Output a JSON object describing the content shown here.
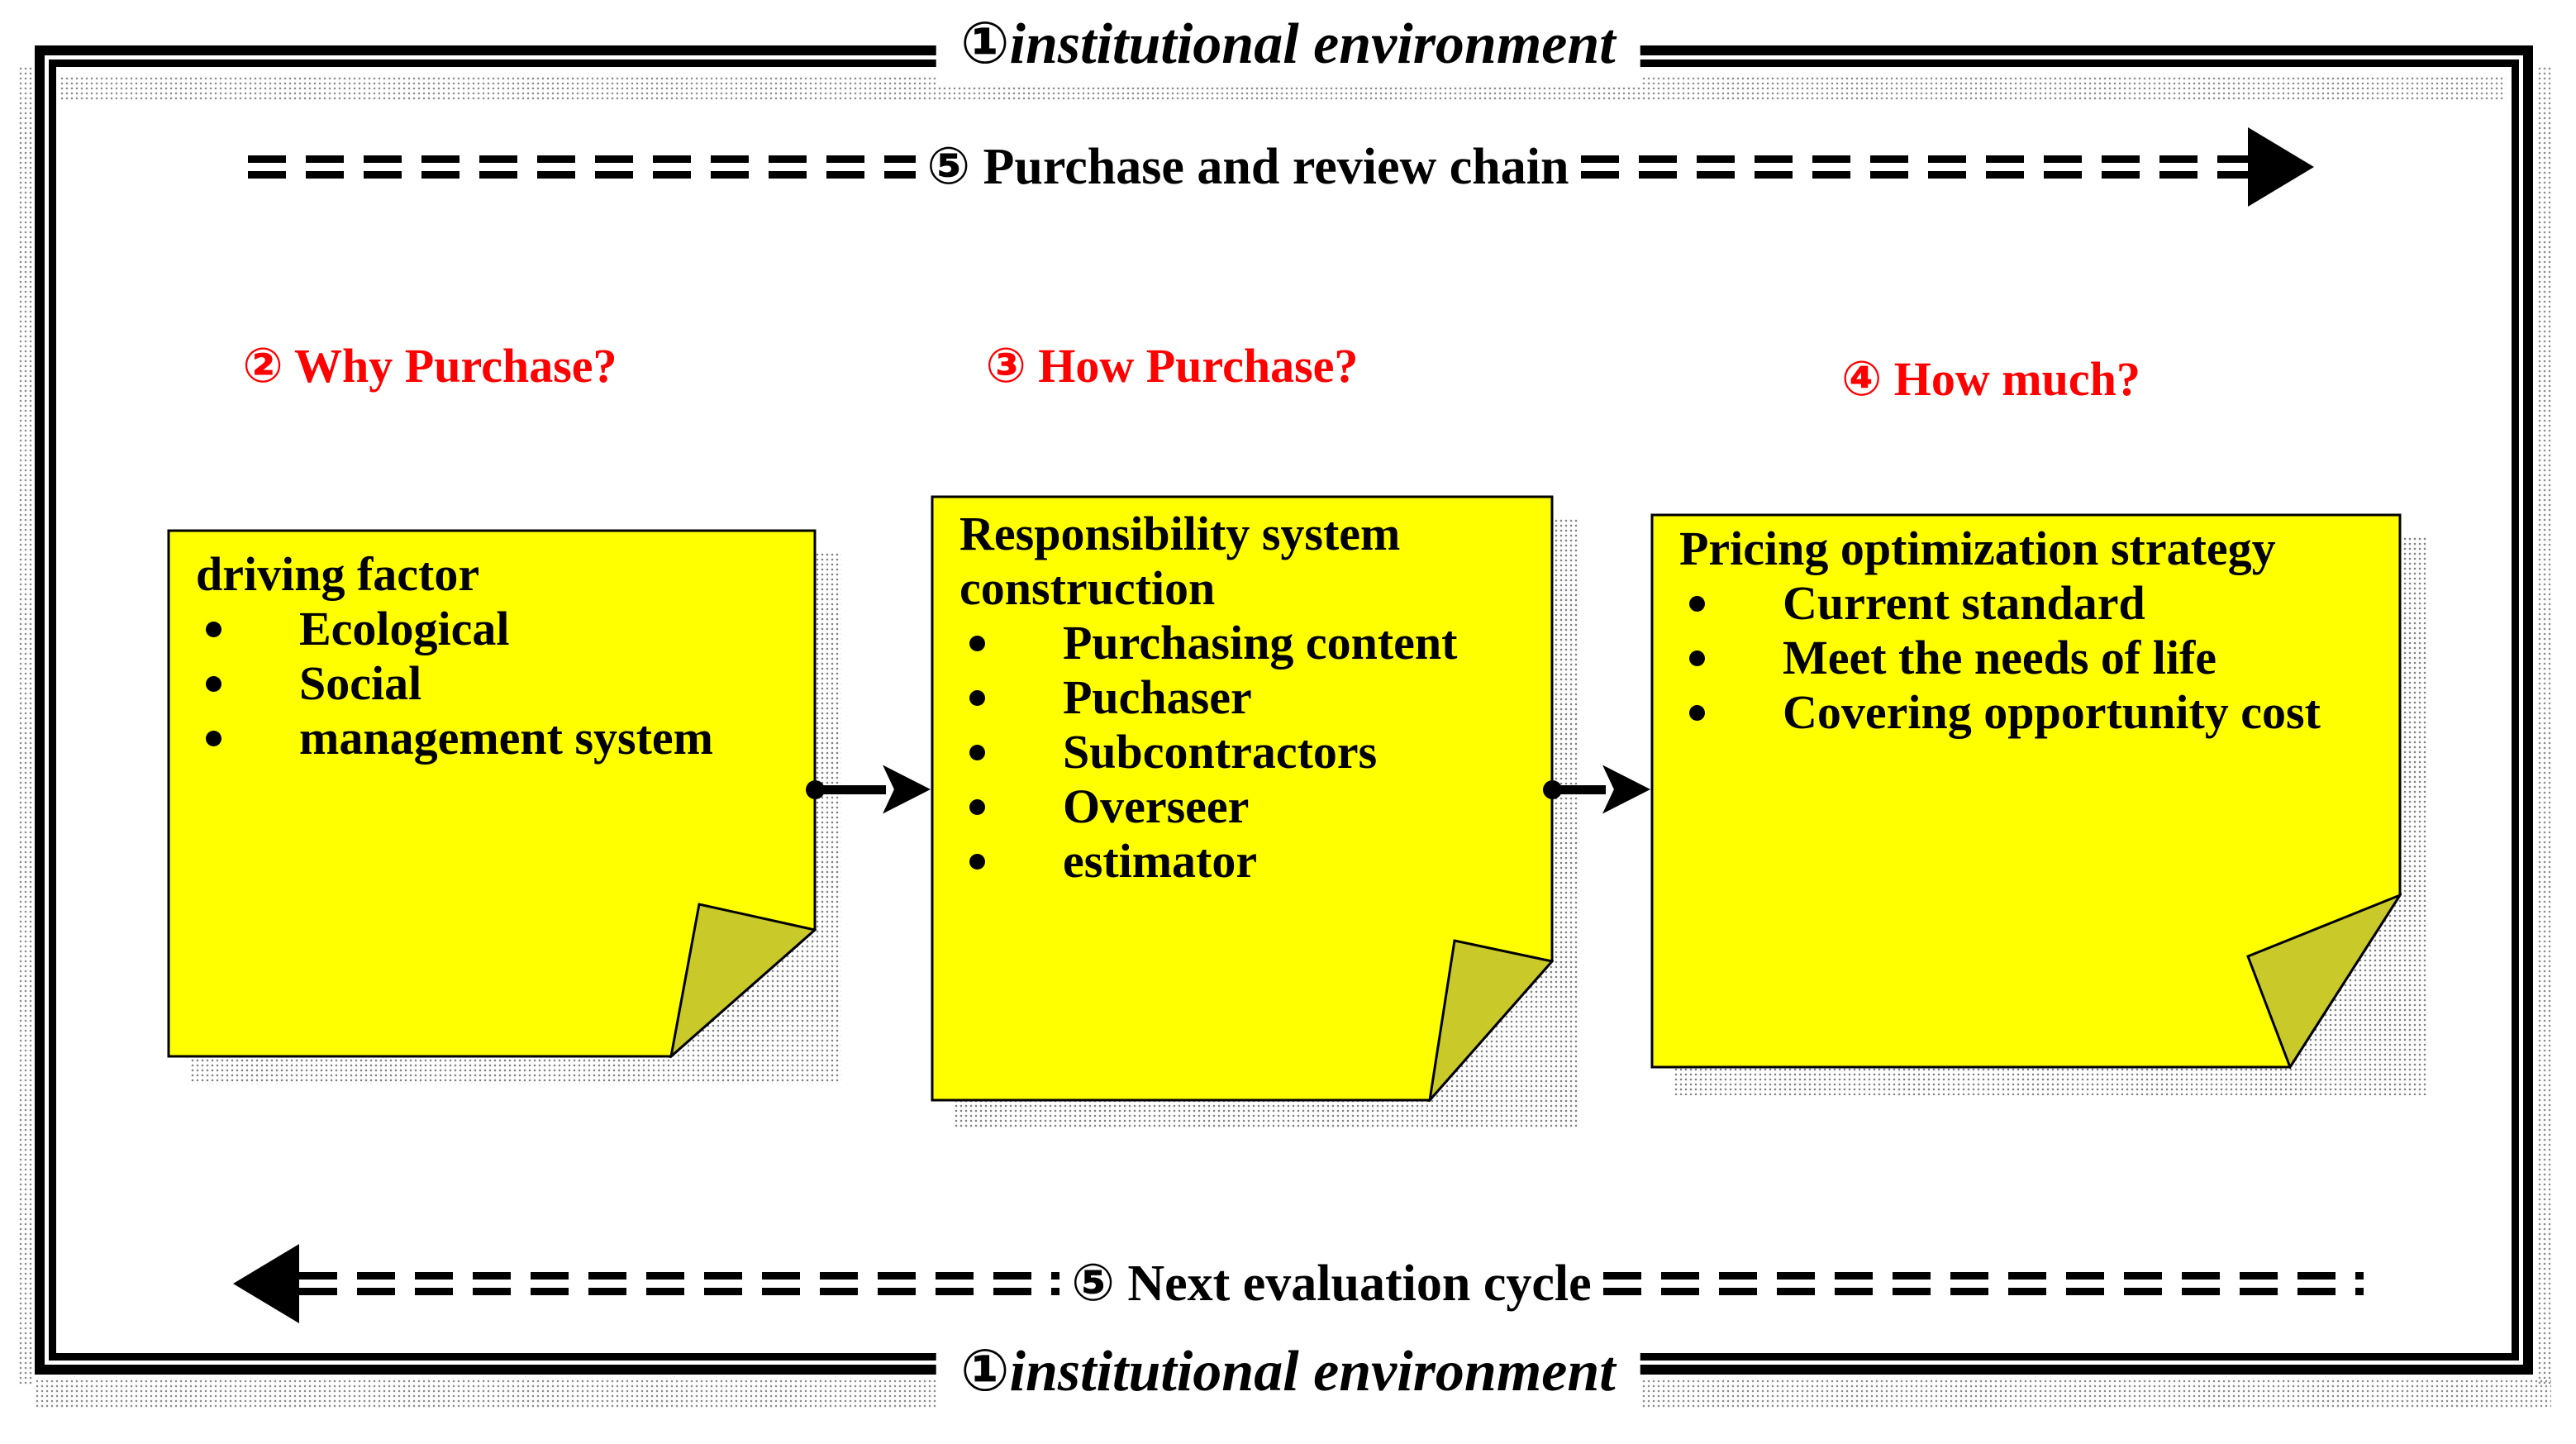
{
  "colors": {
    "note_fill": "#ffff00",
    "note_fold": "#c9c929",
    "accent_red": "#ff0000",
    "ink": "#000000"
  },
  "border_labels": {
    "top": "①institutional environment",
    "bottom": "①institutional environment"
  },
  "flows": {
    "top": {
      "label": "⑤ Purchase and review chain",
      "direction": "right"
    },
    "bottom": {
      "label": "⑤ Next evaluation cycle",
      "direction": "left"
    }
  },
  "section_headers": [
    {
      "label": "② Why Purchase?"
    },
    {
      "label": "③ How Purchase?"
    },
    {
      "label": "④ How much?"
    }
  ],
  "notes": [
    {
      "title": "driving factor",
      "items": [
        "Ecological",
        "Social",
        "management system"
      ]
    },
    {
      "title": "Responsibility system construction",
      "items": [
        "Purchasing content",
        "Puchaser",
        "Subcontractors",
        "Overseer",
        "estimator"
      ]
    },
    {
      "title": "Pricing optimization strategy",
      "items": [
        "Current standard",
        "Meet the needs of life",
        "Covering opportunity cost"
      ]
    }
  ]
}
